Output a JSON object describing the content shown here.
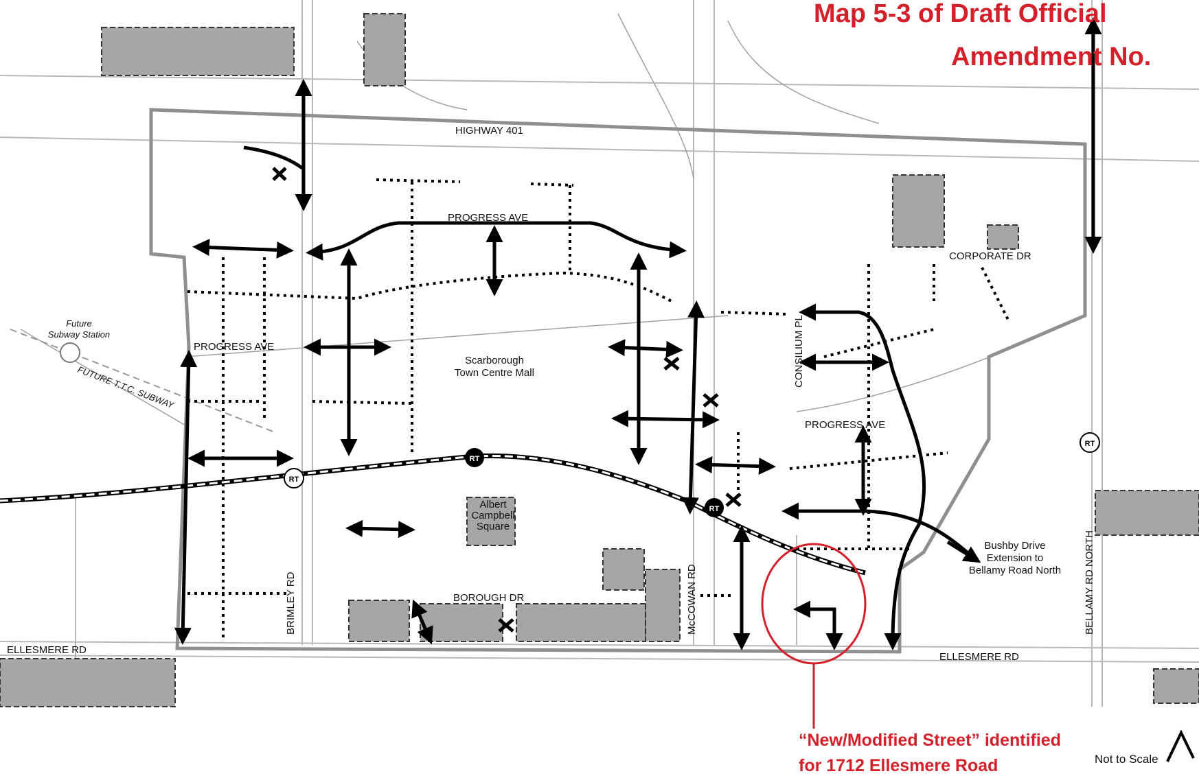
{
  "map": {
    "title_line1": "Map 5-3 of Draft Official",
    "title_line2": "Amendment No.",
    "streets": {
      "highway_401": "HIGHWAY 401",
      "progress_ave_north": "PROGRESS AVE",
      "progress_ave_west": "PROGRESS AVE",
      "progress_ave_east": "PROGRESS AVE",
      "corporate_dr": "CORPORATE DR",
      "consilium_pl": "CONSILIUM PL",
      "brimley_rd": "BRIMLEY RD",
      "mccowan_rd": "McCOWAN RD",
      "borough_dr": "BOROUGH DR",
      "ellesmere_rd_west": "ELLESMERE RD",
      "ellesmere_rd_east": "ELLESMERE RD",
      "bellamy_rd_north": "BELLAMY RD NORTH"
    },
    "places": {
      "future_subway_line1": "Future",
      "future_subway_line2": "Subway Station",
      "future_ttc_subway": "FUTURE T.T.C. SUBWAY",
      "mall_line1": "Scarborough",
      "mall_line2": "Town Centre Mall",
      "square_line1": "Albert",
      "square_line2": "Campbell",
      "square_line3": "Square",
      "bushby_line1": "Bushby Drive",
      "bushby_line2": "Extension to",
      "bushby_line3": "Bellamy Road North"
    },
    "rt_stations": [
      "RT",
      "RT",
      "RT",
      "RT"
    ],
    "annotation_line1": "“New/Modified Street” identified",
    "annotation_line2": "for 1712 Ellesmere Road",
    "scale_note": "Not to Scale",
    "colors": {
      "annotation_red": "#d3202a",
      "block_fill": "#a6a6a6",
      "boundary": "#8f8f8f"
    }
  }
}
